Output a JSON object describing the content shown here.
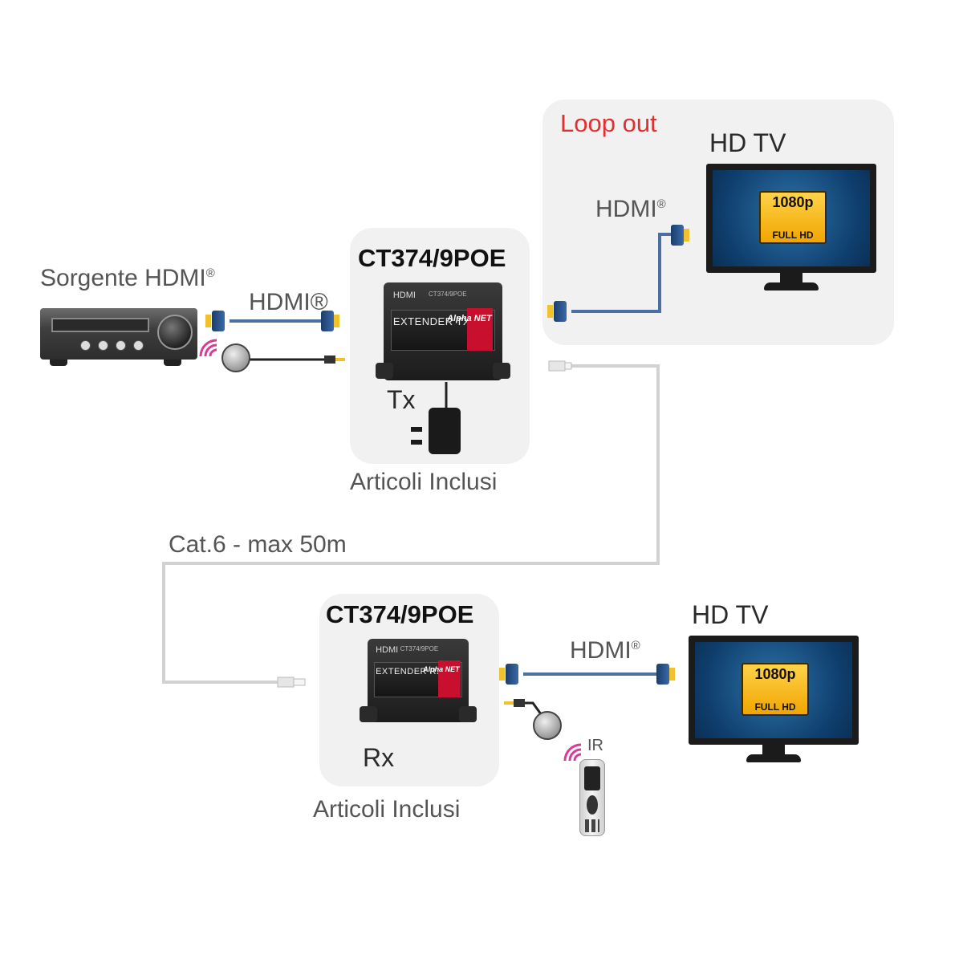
{
  "labels": {
    "source": "Sorgente HDMI",
    "source_sup": "®",
    "hdmi_source_link": "HDMI®",
    "tx_model": "CT374/9POE",
    "tx_role": "Tx",
    "tx_included": "Articoli Inclusi",
    "loop_out": "Loop out",
    "hdtv_top": "HD TV",
    "hdmi_loop": "HDMI",
    "hdmi_loop_sup": "®",
    "cable": "Cat.6 - max 50m",
    "rx_model": "CT374/9POE",
    "rx_role": "Rx",
    "rx_included": "Articoli Inclusi",
    "hdtv_bottom": "HD TV",
    "hdmi_rx": "HDMI",
    "hdmi_rx_sup": "®",
    "ir": "IR"
  },
  "device": {
    "brand": "HDMI",
    "extender_tx": "EXTENDER TX",
    "extender_rx": "EXTENDER RX",
    "model_small": "CT374/9POE",
    "logo": "Alpha NET"
  },
  "tv_badge": {
    "resolution": "1080p",
    "format": "FULL HD"
  },
  "colors": {
    "loop_out": "#e03030",
    "hdmi_cable": "#4a6fa0",
    "cat6_cable": "#d5d5d5",
    "ir_waves": "#e0389a",
    "screen": "#1f5a8f",
    "badge": "#f5b81a"
  }
}
